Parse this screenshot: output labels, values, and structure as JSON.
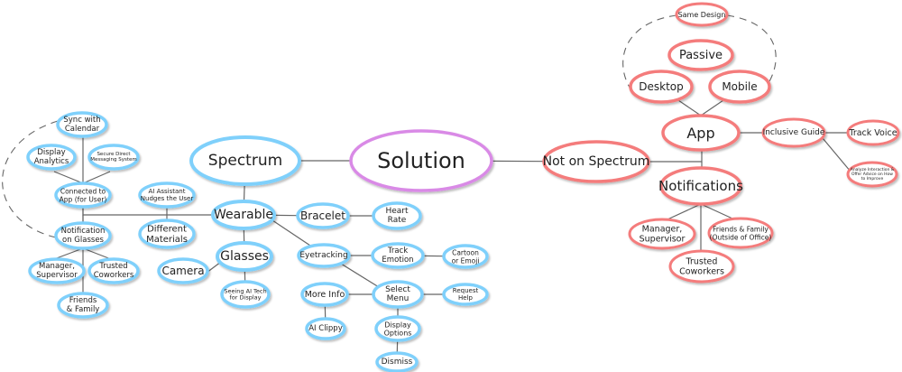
{
  "colors": {
    "blue": "#7fd0fb",
    "red": "#f47b7b",
    "purple": "#d98ae6"
  },
  "nodes": {
    "solution": {
      "label": [
        "Solution"
      ],
      "group": "purple"
    },
    "spectrum": {
      "label": [
        "Spectrum"
      ],
      "group": "blue"
    },
    "wearable": {
      "label": [
        "Wearable"
      ],
      "group": "blue"
    },
    "bracelet": {
      "label": [
        "Bracelet"
      ],
      "group": "blue"
    },
    "heart_rate": {
      "label": [
        "Heart",
        "Rate"
      ],
      "group": "blue"
    },
    "glasses": {
      "label": [
        "Glasses"
      ],
      "group": "blue"
    },
    "camera": {
      "label": [
        "Camera"
      ],
      "group": "blue"
    },
    "seeing_ai": {
      "label": [
        "Seeing AI Tech",
        "for Display"
      ],
      "group": "blue"
    },
    "eyetracking": {
      "label": [
        "Eyetracking"
      ],
      "group": "blue"
    },
    "track_emotion": {
      "label": [
        "Track",
        "Emotion"
      ],
      "group": "blue"
    },
    "cartoon": {
      "label": [
        "Cartoon",
        "or Emoji"
      ],
      "group": "blue"
    },
    "select_menu": {
      "label": [
        "Select",
        "Menu"
      ],
      "group": "blue"
    },
    "request_help": {
      "label": [
        "Request",
        "Help"
      ],
      "group": "blue"
    },
    "more_info": {
      "label": [
        "More Info"
      ],
      "group": "blue"
    },
    "ai_clippy": {
      "label": [
        "AI Clippy"
      ],
      "group": "blue"
    },
    "display_options": {
      "label": [
        "Display",
        "Options"
      ],
      "group": "blue"
    },
    "dismiss": {
      "label": [
        "Dismiss"
      ],
      "group": "blue"
    },
    "ai_nudge": {
      "label": [
        "AI Assistant",
        "Nudges the User"
      ],
      "group": "blue"
    },
    "different_materials": {
      "label": [
        "Different",
        "Materials"
      ],
      "group": "blue"
    },
    "sync_calendar": {
      "label": [
        "Sync with",
        "Calendar"
      ],
      "group": "blue"
    },
    "display_analytics": {
      "label": [
        "Display",
        "Analytics"
      ],
      "group": "blue"
    },
    "secure_dm": {
      "label": [
        "Secure Direct",
        "Messaging System"
      ],
      "group": "blue"
    },
    "connected_app": {
      "label": [
        "Connected to",
        "App (for User)"
      ],
      "group": "blue"
    },
    "notif_glasses": {
      "label": [
        "Notification",
        "on Glasses"
      ],
      "group": "blue"
    },
    "manager_b": {
      "label": [
        "Manager,",
        "Supervisor"
      ],
      "group": "blue"
    },
    "trusted_b": {
      "label": [
        "Trusted",
        "Coworkers"
      ],
      "group": "blue"
    },
    "friends_b": {
      "label": [
        "Friends",
        "& Family"
      ],
      "group": "blue"
    },
    "not_on_spectrum": {
      "label": [
        "Not on Spectrum"
      ],
      "group": "red"
    },
    "app": {
      "label": [
        "App"
      ],
      "group": "red"
    },
    "desktop": {
      "label": [
        "Desktop"
      ],
      "group": "red"
    },
    "mobile": {
      "label": [
        "Mobile"
      ],
      "group": "red"
    },
    "passive": {
      "label": [
        "Passive"
      ],
      "group": "red"
    },
    "same_design": {
      "label": [
        "Same Design"
      ],
      "group": "red"
    },
    "inclusive_guide": {
      "label": [
        "Inclusive Guide"
      ],
      "group": "red"
    },
    "track_voice": {
      "label": [
        "Track Voice"
      ],
      "group": "red"
    },
    "analyze": {
      "label": [
        "Analyze Interaction &",
        "Offer Advice on How",
        "to Improve"
      ],
      "group": "red"
    },
    "notifications": {
      "label": [
        "Notifications"
      ],
      "group": "red"
    },
    "manager_r": {
      "label": [
        "Manager,",
        "Supervisor"
      ],
      "group": "red"
    },
    "friends_r": {
      "label": [
        "Friends & Family",
        "(Outside of Office)"
      ],
      "group": "red"
    },
    "trusted_r": {
      "label": [
        "Trusted",
        "Coworkers"
      ],
      "group": "red"
    }
  },
  "edges": [
    [
      "solution",
      "spectrum"
    ],
    [
      "solution",
      "not_on_spectrum"
    ],
    [
      "spectrum",
      "wearable"
    ],
    [
      "wearable",
      "bracelet"
    ],
    [
      "bracelet",
      "heart_rate"
    ],
    [
      "wearable",
      "glasses"
    ],
    [
      "glasses",
      "camera"
    ],
    [
      "glasses",
      "seeing_ai"
    ],
    [
      "wearable",
      "eyetracking"
    ],
    [
      "eyetracking",
      "track_emotion"
    ],
    [
      "track_emotion",
      "cartoon"
    ],
    [
      "eyetracking",
      "select_menu"
    ],
    [
      "select_menu",
      "request_help"
    ],
    [
      "more_info",
      "select_menu"
    ],
    [
      "more_info",
      "ai_clippy"
    ],
    [
      "select_menu",
      "display_options"
    ],
    [
      "display_options",
      "dismiss"
    ],
    [
      "ai_nudge",
      "different_materials"
    ],
    [
      "wearable",
      "connected_app"
    ],
    [
      "wearable",
      "notif_glasses"
    ],
    [
      "sync_calendar",
      "connected_app"
    ],
    [
      "display_analytics",
      "connected_app"
    ],
    [
      "secure_dm",
      "connected_app"
    ],
    [
      "connected_app",
      "notif_glasses"
    ],
    [
      "notif_glasses",
      "manager_b"
    ],
    [
      "notif_glasses",
      "trusted_b"
    ],
    [
      "notif_glasses",
      "friends_b"
    ],
    [
      "not_on_spectrum",
      "app"
    ],
    [
      "not_on_spectrum",
      "notifications"
    ],
    [
      "app",
      "desktop"
    ],
    [
      "app",
      "mobile"
    ],
    [
      "app",
      "inclusive_guide"
    ],
    [
      "inclusive_guide",
      "track_voice"
    ],
    [
      "inclusive_guide",
      "analyze"
    ],
    [
      "notifications",
      "manager_r"
    ],
    [
      "notifications",
      "friends_r"
    ],
    [
      "notifications",
      "trusted_r"
    ]
  ],
  "dashed_links": [
    [
      "sync_calendar",
      "notif_glasses"
    ],
    [
      "same_design",
      "desktop"
    ],
    [
      "same_design",
      "mobile"
    ]
  ]
}
